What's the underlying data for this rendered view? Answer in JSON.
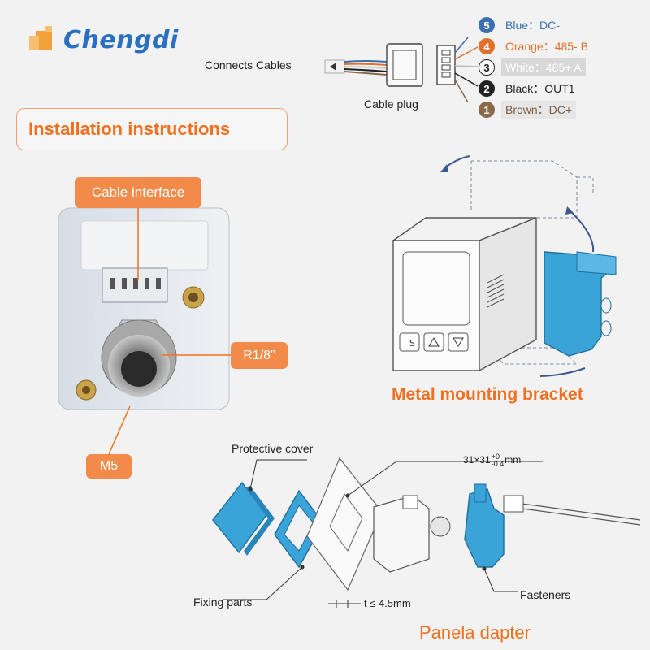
{
  "brand": {
    "name": "Chengdi"
  },
  "titles": {
    "installation": "Installation instructions",
    "bracket": "Metal mounting bracket",
    "panel": "Panela dapter"
  },
  "labels": {
    "connects_cables": "Connects Cables",
    "cable_plug": "Cable plug",
    "cable_interface": "Cable interface",
    "r18": "R1/8\"",
    "m5": "M5",
    "protective_cover": "Protective cover",
    "fixing_parts": "Fixing parts",
    "fasteners": "Fasteners",
    "dim_31": "31×31 -0.4 mm",
    "dim_31_base": "31×31",
    "dim_31_sup": "+0",
    "dim_31_sub": "-0.4",
    "dim_31_unit": "mm",
    "dim_t": "t ≤ 4.5mm"
  },
  "wires": [
    {
      "num": "5",
      "text": "Blue：DC-",
      "color": "#3a6fb0",
      "text_color": "#3a6fb0",
      "bg": "transparent"
    },
    {
      "num": "4",
      "text": "Orange：485- B",
      "color": "#e0702a",
      "text_color": "#e0702a",
      "bg": "transparent"
    },
    {
      "num": "3",
      "text": "White：485+ A",
      "color": "#ffffff",
      "text_color": "#ffffff",
      "bg": "#d8d8d8"
    },
    {
      "num": "2",
      "text": "Black：OUT1",
      "color": "#222222",
      "text_color": "#222222",
      "bg": "transparent"
    },
    {
      "num": "1",
      "text": "Brown：DC+",
      "color": "#8a6a48",
      "text_color": "#7a6048",
      "bg": "#e6e6e6"
    }
  ],
  "colors": {
    "accent": "#f07020",
    "label_bg": "#f28a4a",
    "brand_blue": "#2b6fc0",
    "part_blue": "#3aa3d8"
  },
  "icons": [
    "logo-square-icon",
    "arrow-left-icon"
  ]
}
